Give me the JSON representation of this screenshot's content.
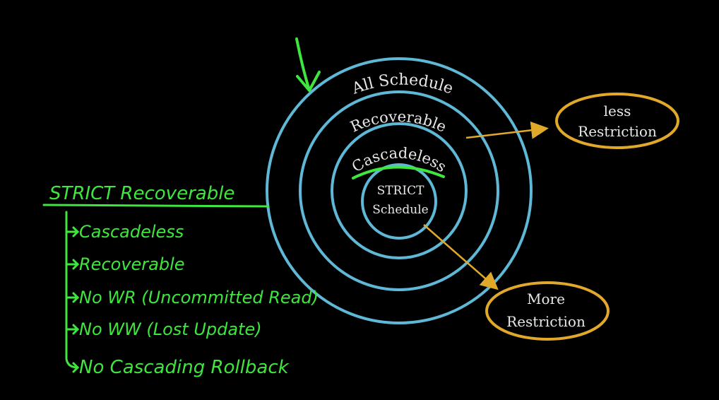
{
  "diagram": {
    "rings": [
      {
        "key": "all",
        "label": "All Schedule"
      },
      {
        "key": "recoverable",
        "label": "Recoverable"
      },
      {
        "key": "cascadeless",
        "label": "Cascadeless"
      },
      {
        "key": "strict",
        "label_line1": "STRICT",
        "label_line2": "Schedule"
      }
    ],
    "less_restriction": {
      "line1": "less",
      "line2": "Restriction"
    },
    "more_restriction": {
      "line1": "More",
      "line2": "Restriction"
    }
  },
  "annotations": {
    "heading": "STRICT Recoverable",
    "items": [
      "Cascadeless",
      "Recoverable",
      "No WR (Uncommitted Read)",
      "No WW (Lost Update)",
      "No Cascading Rollback"
    ]
  },
  "colors": {
    "background": "#000000",
    "ring": "#5fb8d6",
    "ellipse": "#e0a92a",
    "arrow": "#e0a92a",
    "handwriting": "#3ee63e",
    "text": "#e8e8e8"
  }
}
